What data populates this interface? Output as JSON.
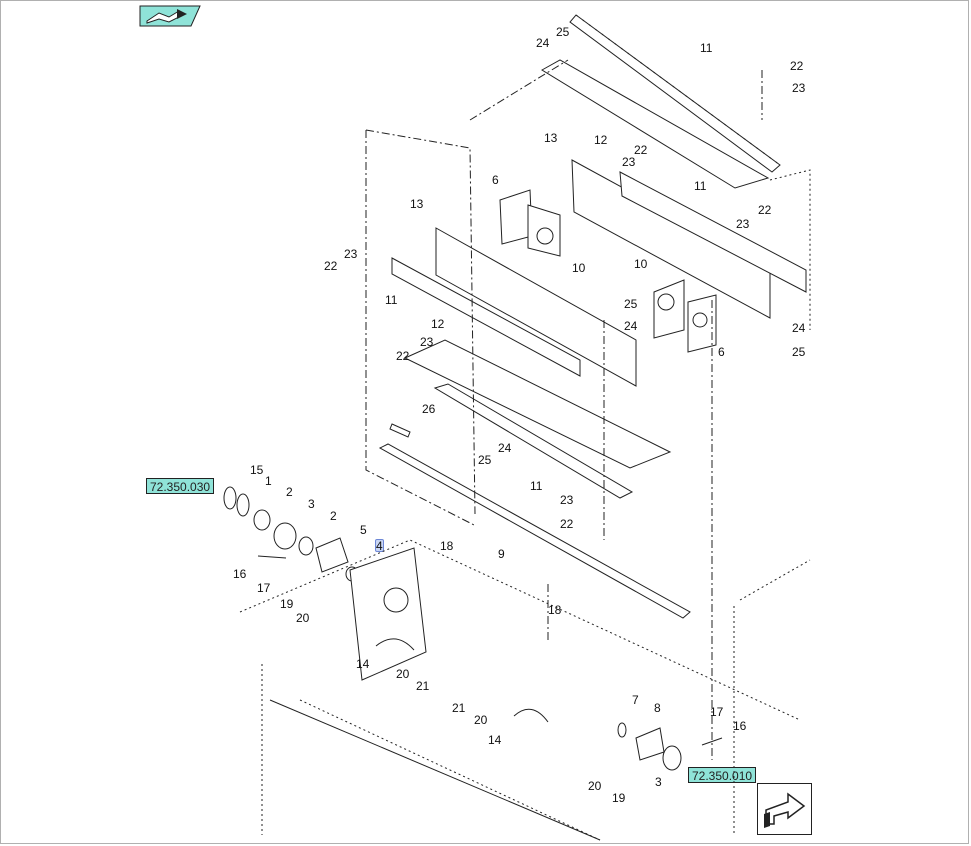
{
  "refs": {
    "ref_top": "72.350.030",
    "ref_bottom": "72.350.010"
  },
  "callouts": [
    "25",
    "11",
    "24",
    "22",
    "23",
    "13",
    "12",
    "22",
    "23",
    "6",
    "11",
    "22",
    "13",
    "23",
    "10",
    "23",
    "22",
    "11",
    "10",
    "25",
    "24",
    "24",
    "6",
    "12",
    "23",
    "22",
    "25",
    "26",
    "24",
    "25",
    "11",
    "23",
    "22",
    "15",
    "1",
    "2",
    "3",
    "2",
    "5",
    "4",
    "18",
    "9",
    "16",
    "17",
    "19",
    "20",
    "18",
    "14",
    "20",
    "21",
    "21",
    "20",
    "14",
    "7",
    "8",
    "17",
    "16",
    "3",
    "20",
    "19"
  ],
  "icons": {
    "top": "book-arrow-icon",
    "bottom": "next-page-arrow-icon"
  }
}
